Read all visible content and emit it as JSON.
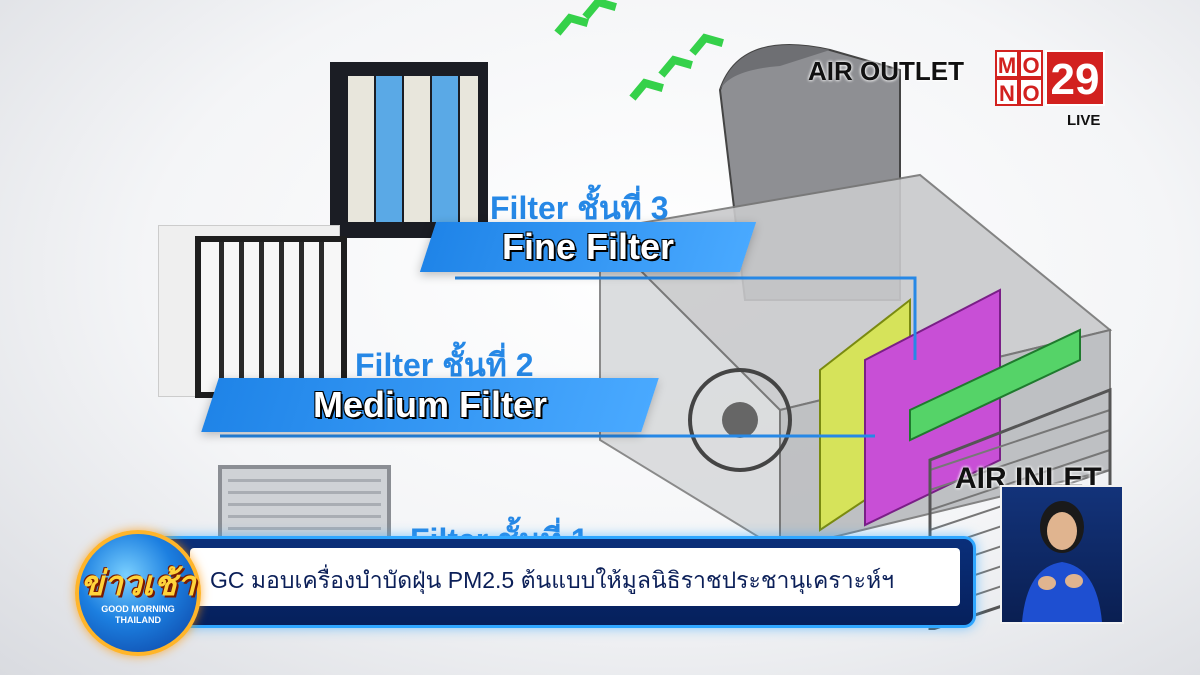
{
  "captions": {
    "filter3_label": "Filter ชั้นที่ 3",
    "filter3_name": "Fine Filter",
    "filter2_label": "Filter ชั้นที่ 2",
    "filter2_name": "Medium Filter",
    "filter1_label": "Filter ชั้นที่ 1"
  },
  "diagram": {
    "air_outlet": "AIR OUTLET",
    "air_inlet": "AIR INLET"
  },
  "channel": {
    "logo_letters": [
      "M",
      "O",
      "N",
      "O"
    ],
    "logo_number": "29",
    "live": "LIVE"
  },
  "lower_third": {
    "show_title": "ข่าวเช้า",
    "show_subtitle": "GOOD MORNING THAILAND",
    "headline": "GC มอบเครื่องบำบัดฝุ่น PM2.5 ต้นแบบให้มูลนิธิราชประชานุเคราะห์ฯ"
  },
  "colors": {
    "banner_blue": "#2688e6",
    "brand_red": "#d2211f",
    "lower_third_navy": "#06205c",
    "show_logo_gold": "#ffb52a"
  }
}
